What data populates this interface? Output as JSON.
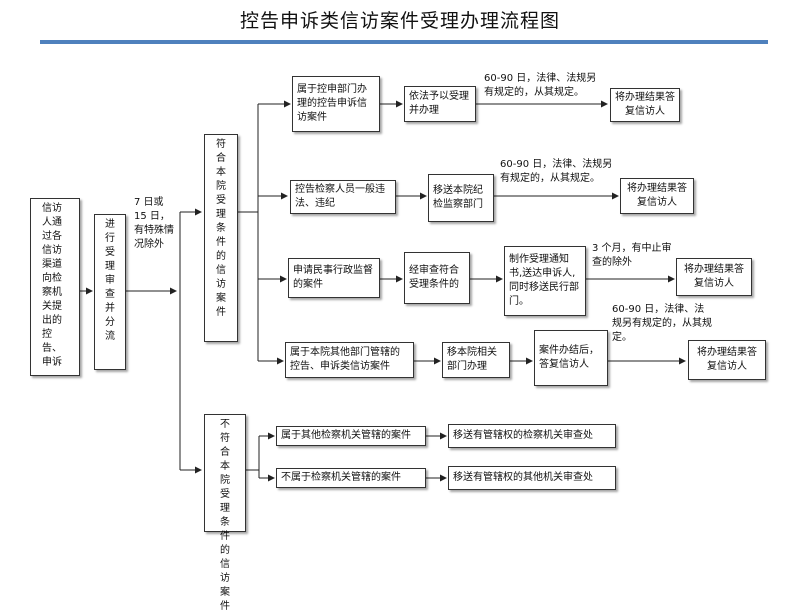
{
  "title": "控告申诉类信访案件受理办理流程图",
  "colors": {
    "rule": "#4f81bd",
    "line": "#222222"
  },
  "start": "信访人通过各信访渠道向检察机关提出的控告、申诉",
  "review": "进行受理审查并分流",
  "review_note": "7 日或 15 日，有特殊情况除外",
  "accept": "符合本院受理条件的信访案件",
  "reject": "不符合本院受理条件的信访案件",
  "branches": {
    "b1": {
      "case": "属于控申部门办理的控告申诉信访案件",
      "action": "依法予以受理并办理",
      "note": "60-90 日，法律、法规另有规定的，从其规定。",
      "result": "将办理结果答复信访人"
    },
    "b2": {
      "case": "控告检察人员一般违法、违纪",
      "action": "移送本院纪检监察部门",
      "note": "60-90 日，法律、法规另有规定的，从其规定。",
      "result": "将办理结果答复信访人"
    },
    "b3": {
      "case": "申请民事行政监督的案件",
      "action": "经审查符合受理条件的",
      "action2": "制作受理通知书,送达申诉人,同时移送民行部门。",
      "note": "3 个月，有中止审查的除外",
      "result": "将办理结果答复信访人"
    },
    "b4": {
      "case": "属于本院其他部门管辖的控告、申诉类信访案件",
      "action": "移本院相关部门办理",
      "action2": "案件办结后，答复信访人",
      "note": "60-90 日，法律、法规另有规定的，从其规定。",
      "result": "将办理结果答复信访人"
    }
  },
  "reject_branches": {
    "r1": {
      "case": "属于其他检察机关管辖的案件",
      "action": "移送有管辖权的检察机关审查处"
    },
    "r2": {
      "case": "不属于检察机关管辖的案件",
      "action": "移送有管辖权的其他机关审查处"
    }
  }
}
